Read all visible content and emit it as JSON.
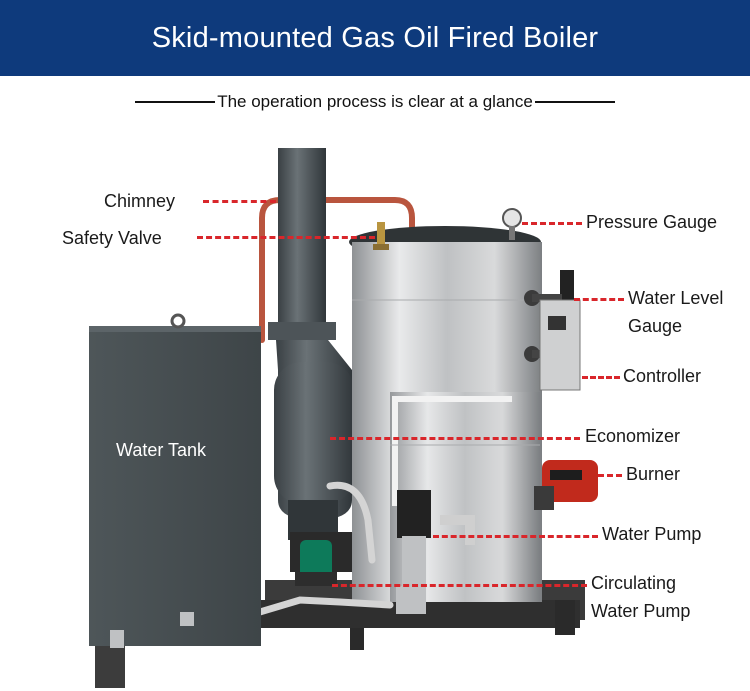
{
  "header": {
    "title": "Skid-mounted Gas Oil Fired Boiler",
    "background": "#0e3a7c"
  },
  "subtitle": "The operation process is clear at a glance",
  "colors": {
    "leader_line": "#d9262b",
    "stainless": "#c8c8c8",
    "dark_steel": "#4a5256"
  },
  "labels": {
    "chimney": "Chimney",
    "safety_valve": "Safety Valve",
    "pressure_gauge": "Pressure Gauge",
    "water_level_line1": "Water Level",
    "water_level_line2": "Gauge",
    "controller": "Controller",
    "economizer": "Economizer",
    "burner": "Burner",
    "water_pump": "Water Pump",
    "circulating_line1": "Circulating",
    "circulating_line2": "Water Pump",
    "water_tank": "Water Tank"
  }
}
